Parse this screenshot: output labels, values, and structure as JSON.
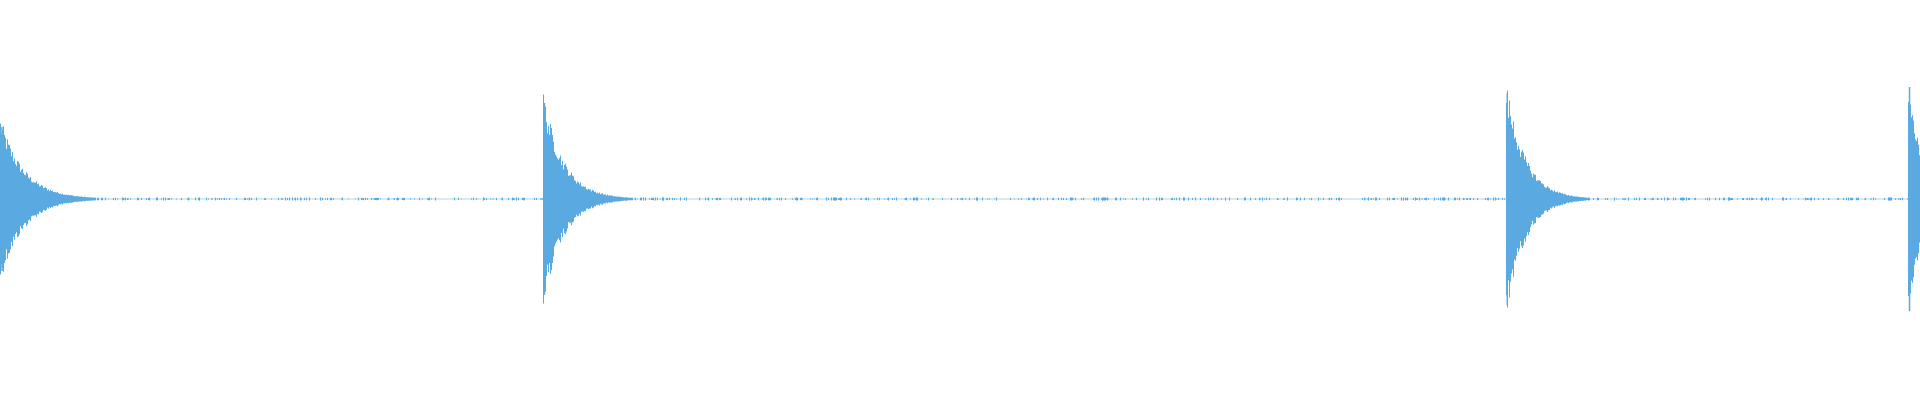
{
  "waveform": {
    "color": "#5aa9e0",
    "background": "#ffffff",
    "transients": [
      {
        "time_fraction": 0.0,
        "peak_amplitude": 0.36,
        "decay": 0.035
      },
      {
        "time_fraction": 0.2825,
        "peak_amplitude": 0.48,
        "decay": 0.03
      },
      {
        "time_fraction": 0.784,
        "peak_amplitude": 0.53,
        "decay": 0.028
      },
      {
        "time_fraction": 0.9935,
        "peak_amplitude": 0.56,
        "decay": 0.02
      }
    ],
    "noise_floor_amplitude": 0.006
  }
}
